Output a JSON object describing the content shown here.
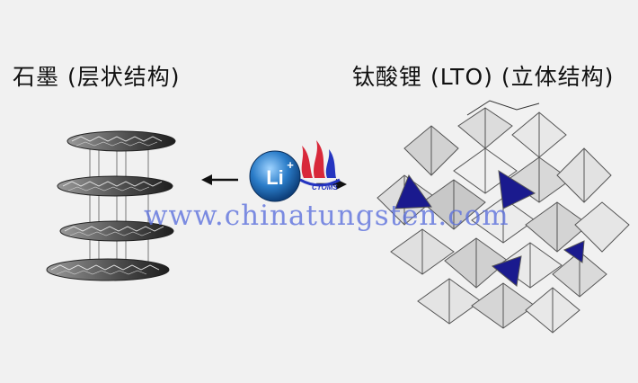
{
  "titles": {
    "left": "石墨 (层状结构)",
    "right": "钛酸锂 (LTO) (立体结构)"
  },
  "ion": {
    "label": "Li",
    "charge": "+"
  },
  "logo": {
    "text": "CTOMS"
  },
  "watermark": "www.chinatungsten.com",
  "colors": {
    "ion_fill": "#1f6fb8",
    "octahedron_accent": "#1a1a8e",
    "watermark": "#5a6edc"
  }
}
